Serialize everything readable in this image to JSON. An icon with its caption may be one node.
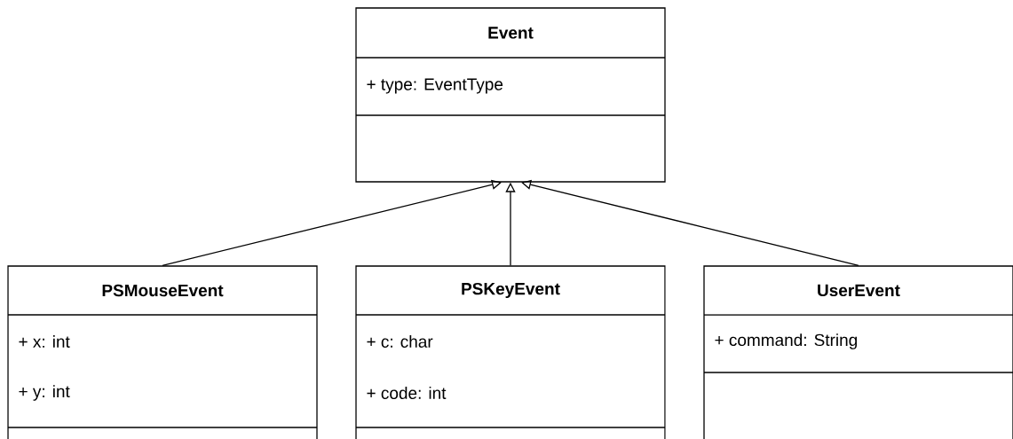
{
  "diagram": {
    "nodes": [
      {
        "text": [
          "Event",
          "+ type: EventType"
        ]
      },
      {
        "text": [
          "PSMouseEvent",
          "+ x: int",
          "+ y: int"
        ]
      },
      {
        "text": [
          "PSKeyEvent",
          "+ c: char",
          "+ code: int"
        ]
      },
      {
        "text": [
          "UserEvent",
          "+ command: String"
        ]
      }
    ],
    "edges": [
      {
        "from": 1,
        "to": 0,
        "arrow": "to"
      },
      {
        "from": 2,
        "to": 0,
        "arrow": "to"
      },
      {
        "from": 3,
        "to": 0,
        "arrow": "to"
      }
    ]
  }
}
